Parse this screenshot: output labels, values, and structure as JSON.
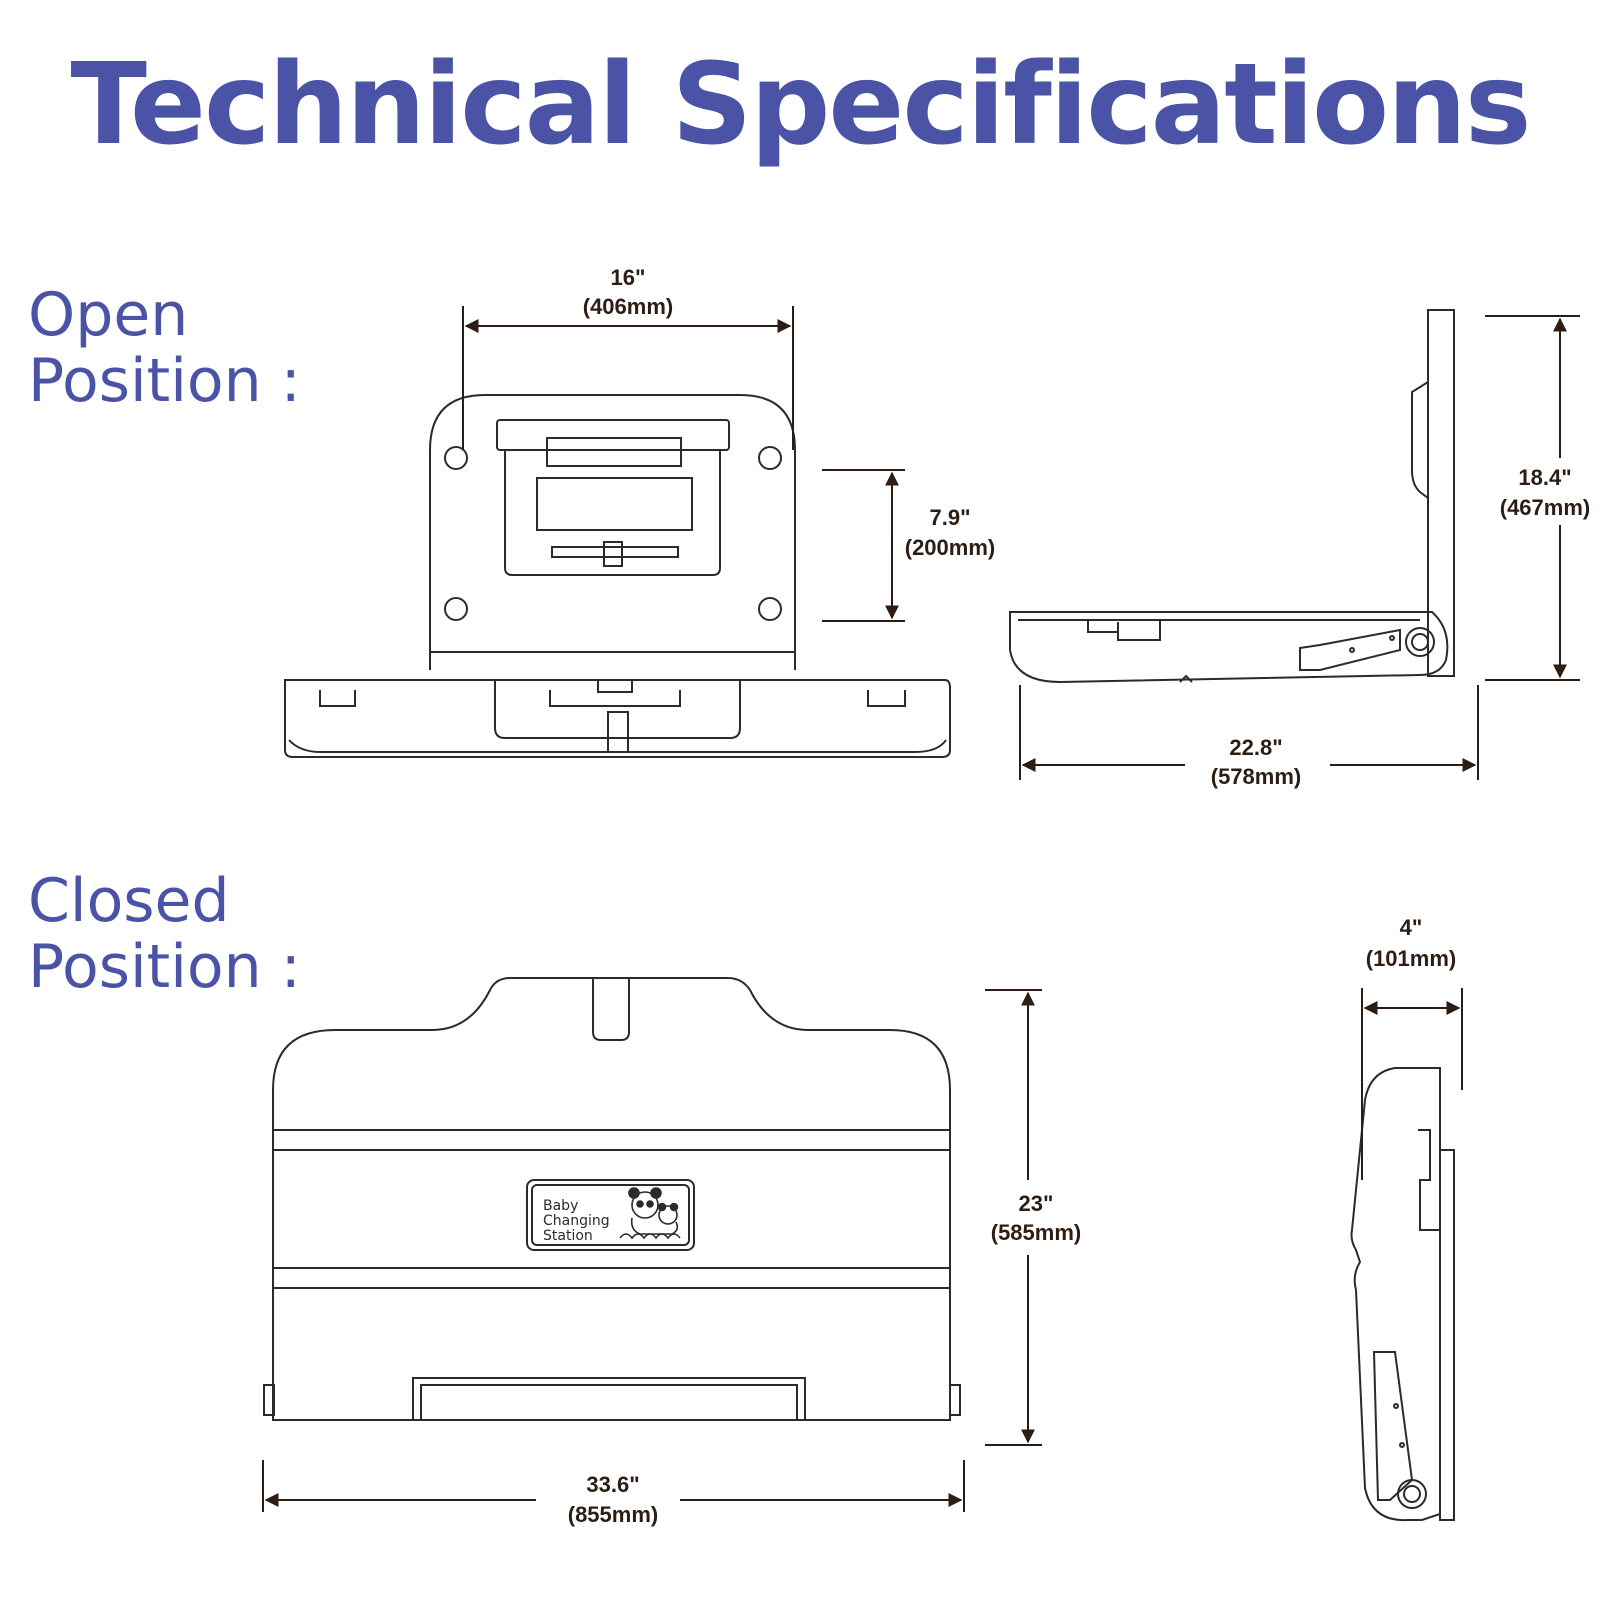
{
  "title": "Technical Specifications",
  "colors": {
    "accent": "#4a53a6",
    "line": "#2b2b2b",
    "dimension": "#2d1d14"
  },
  "sections": {
    "open": {
      "label_line1": "Open",
      "label_line2": "Position :"
    },
    "closed": {
      "label_line1": "Closed",
      "label_line2": "Position :"
    }
  },
  "dimensions": {
    "open_width": {
      "imperial": "16\"",
      "metric": "(406mm)"
    },
    "open_hole_spacing": {
      "imperial": "7.9\"",
      "metric": "(200mm)"
    },
    "open_height": {
      "imperial": "18.4\"",
      "metric": "(467mm)"
    },
    "open_depth": {
      "imperial": "22.8\"",
      "metric": "(578mm)"
    },
    "closed_depth": {
      "imperial": "4\"",
      "metric": "(101mm)"
    },
    "closed_height": {
      "imperial": "23\"",
      "metric": "(585mm)"
    },
    "closed_width": {
      "imperial": "33.6\"",
      "metric": "(855mm)"
    }
  },
  "product_label": {
    "line1": "Baby",
    "line2": "Changing",
    "line3": "Station"
  }
}
